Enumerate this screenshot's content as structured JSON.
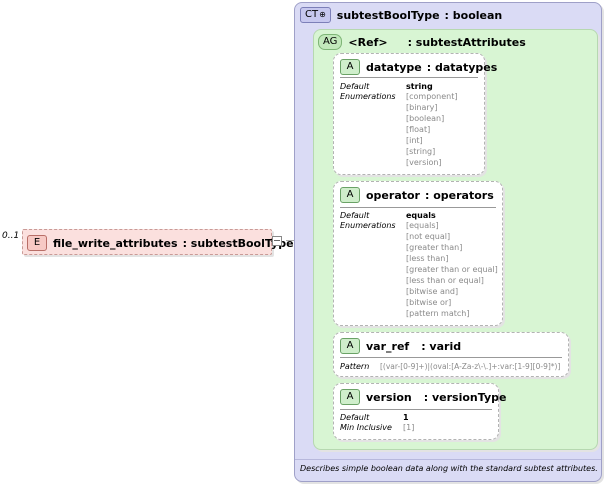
{
  "complex_type": {
    "badge": "CT",
    "name": "subtestBoolType",
    "type": ": boolean",
    "description": "Describes simple boolean data along with the standard subtest attributes."
  },
  "attribute_group": {
    "badge": "AG",
    "name": "<Ref>",
    "type": ": subtestAttributes"
  },
  "element": {
    "badge": "E",
    "cardinality": "0..1",
    "name": "file_write_attributes",
    "type": ": subtestBoolType"
  },
  "attributes": [
    {
      "badge": "A",
      "name": "datatype",
      "type": ": datatypes",
      "labels": [
        "Default",
        "Enumerations"
      ],
      "default": "string",
      "values": [
        "[component]",
        "[binary]",
        "[boolean]",
        "[float]",
        "[int]",
        "[string]",
        "[version]"
      ]
    },
    {
      "badge": "A",
      "name": "operator",
      "type": ": operators",
      "labels": [
        "Default",
        "Enumerations"
      ],
      "default": "equals",
      "values": [
        "[equals]",
        "[not equal]",
        "[greater than]",
        "[less than]",
        "[greater than or equal]",
        "[less than or equal]",
        "[bitwise and]",
        "[bitwise or]",
        "[pattern match]"
      ]
    },
    {
      "badge": "A",
      "name": "var_ref",
      "type": ": varid",
      "labels": [
        "Pattern"
      ],
      "pattern": "[(var-[0-9]+)|(oval:[A-Za-z\\-\\.]+:var:[1-9][0-9]*)]"
    },
    {
      "badge": "A",
      "name": "version",
      "type": ": versionType",
      "labels": [
        "Default",
        "Min Inclusive"
      ],
      "default": "1",
      "values": [
        "[1]"
      ]
    }
  ]
}
